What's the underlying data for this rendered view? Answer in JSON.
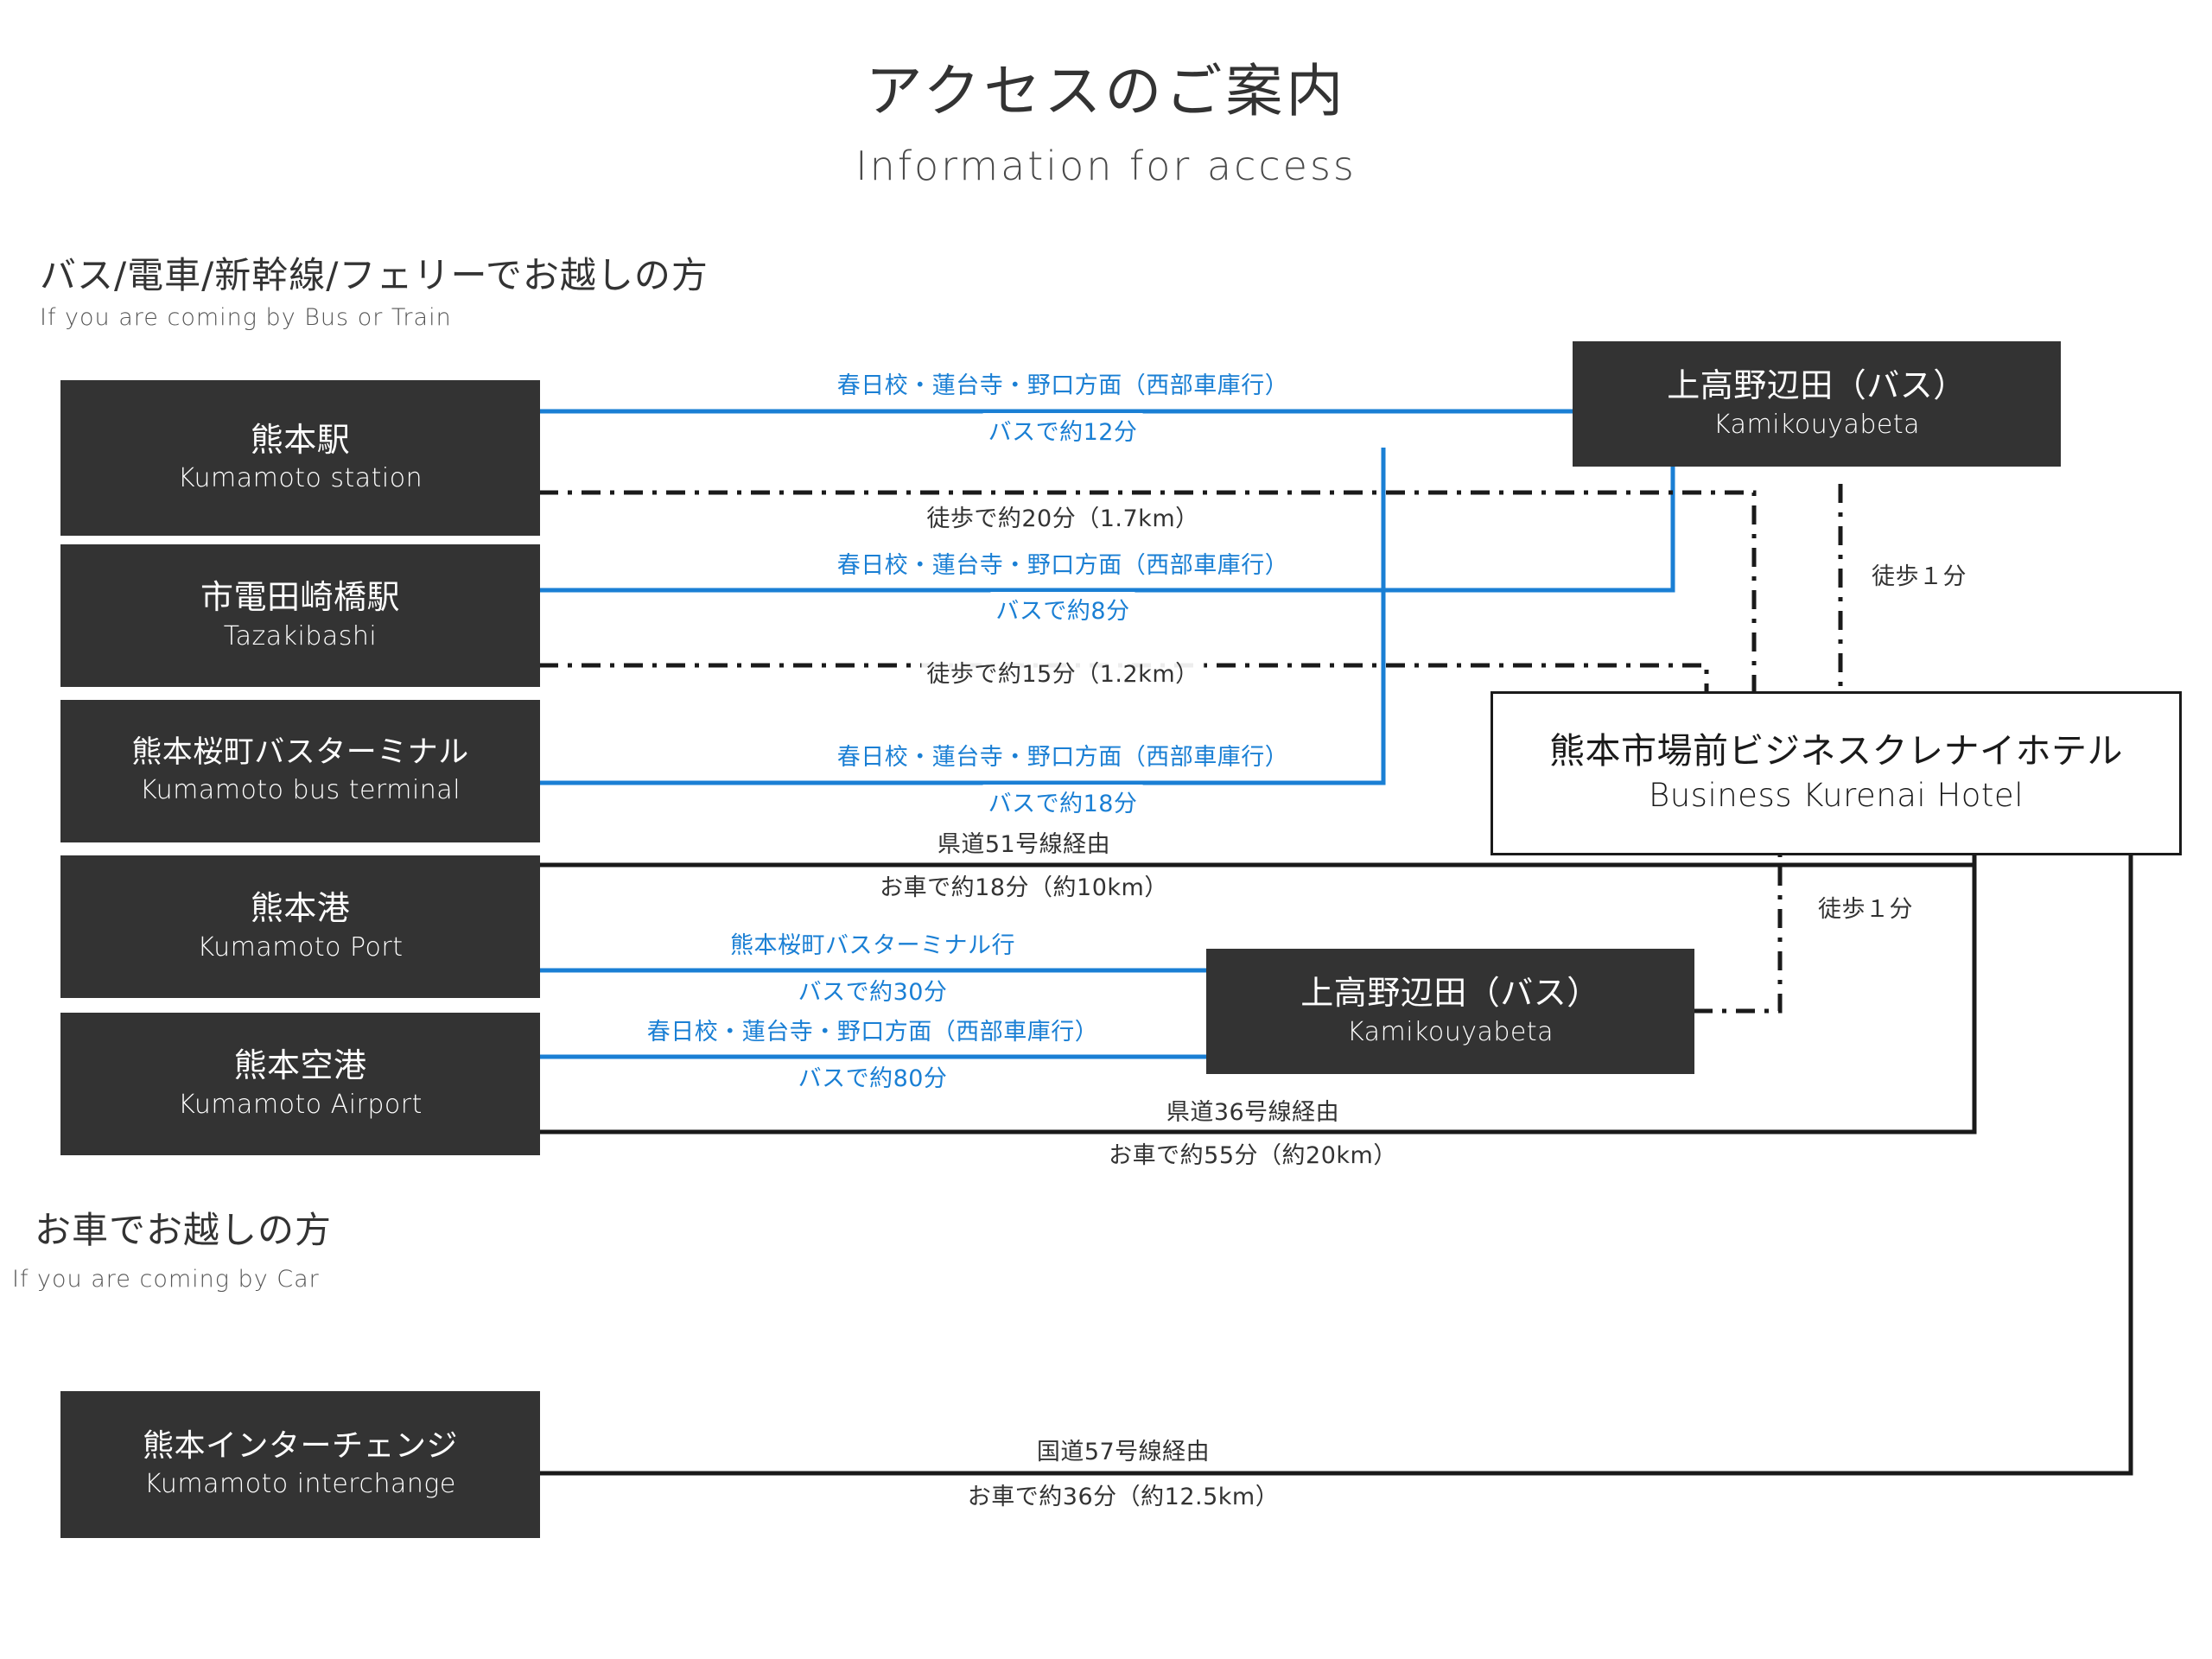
{
  "header": {
    "title_jp": "アクセスのご案内",
    "title_en": "Information for access"
  },
  "sections": [
    {
      "heading_jp": "バス/電車/新幹線/フェリーでお越しの方",
      "heading_en": "If you are coming by Bus or Train"
    },
    {
      "heading_jp": "お車でお越しの方",
      "heading_en": "If you are coming by Car"
    }
  ],
  "nodes": {
    "kumamoto_station": {
      "jp": "熊本駅",
      "en": "Kumamoto station"
    },
    "tazakibashi": {
      "jp": "市電田崎橋駅",
      "en": "Tazakibashi"
    },
    "bus_terminal": {
      "jp": "熊本桜町バスターミナル",
      "en": "Kumamoto bus terminal"
    },
    "kumamoto_port": {
      "jp": "熊本港",
      "en": "Kumamoto Port"
    },
    "kumamoto_airport": {
      "jp": "熊本空港",
      "en": "Kumamoto Airport"
    },
    "kamikouyabeta_top": {
      "jp": "上高野辺田（バス）",
      "en": "Kamikouyabeta"
    },
    "kamikouyabeta_mid": {
      "jp": "上高野辺田（バス）",
      "en": "Kamikouyabeta"
    },
    "hotel": {
      "jp": "熊本市場前ビジネスクレナイホテル",
      "en": "Business Kurenai Hotel"
    },
    "interchange": {
      "jp": "熊本インターチェンジ",
      "en": "Kumamoto interchange"
    }
  },
  "edges": {
    "station_bus_route": "春日校・蓮台寺・野口方面（西部車庫行）",
    "station_bus_time": "バスで約12分",
    "station_walk": "徒歩で約20分（1.7km）",
    "tazaki_bus_route": "春日校・蓮台寺・野口方面（西部車庫行）",
    "tazaki_bus_time": "バスで約8分",
    "tazaki_walk": "徒歩で約15分（1.2km）",
    "terminal_bus_route": "春日校・蓮台寺・野口方面（西部車庫行）",
    "terminal_bus_time": "バスで約18分",
    "port_car_route": "県道51号線経由",
    "port_car_time": "お車で約18分（約10km）",
    "port_bus_route": "熊本桜町バスターミナル行",
    "port_bus_time": "バスで約30分",
    "airport_bus_route": "春日校・蓮台寺・野口方面（西部車庫行）",
    "airport_bus_time": "バスで約80分",
    "airport_car_route": "県道36号線経由",
    "airport_car_time": "お車で約55分（約20km）",
    "walk_1min_top": "徒歩１分",
    "walk_1min_mid": "徒歩１分",
    "interchange_route": "国道57号線経由",
    "interchange_time": "お車で約36分（約12.5km）"
  },
  "colors": {
    "bus_blue": "#1a7fd4",
    "box_dark": "#333333",
    "line_dark": "#1a1a1a",
    "page_bg": "#ffffff"
  }
}
